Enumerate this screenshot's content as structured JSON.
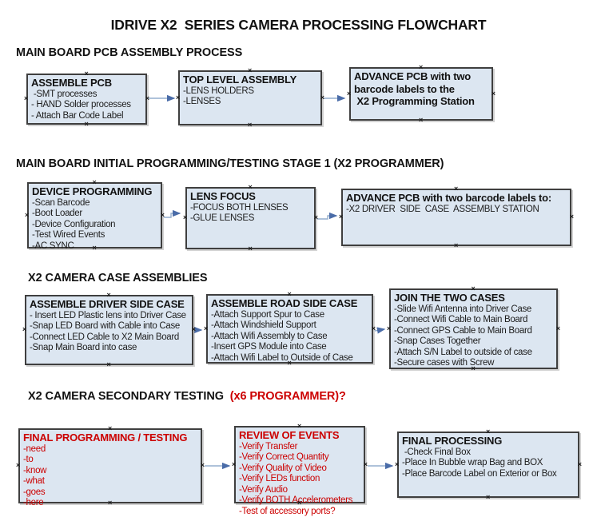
{
  "title": "IDRIVE X2  SERIES CAMERA PROCESSING FLOWCHART",
  "colors": {
    "accent_red": "#cc0000",
    "box_fill": "#dce6f1",
    "box_border": "#3f3f3f",
    "connector_line": "#94aecd",
    "connector_arrowhead": "#4a6ca8"
  },
  "icons": {
    "connector_handle": "×"
  },
  "sections": [
    {
      "heading": "MAIN BOARD PCB ASSEMBLY PROCESS"
    },
    {
      "heading": "MAIN BOARD INITIAL PROGRAMMING/TESTING STAGE 1 (X2 PROGRAMMER)"
    },
    {
      "heading": "X2 CAMERA CASE ASSEMBLIES"
    },
    {
      "heading": "X2 CAMERA SECONDARY TESTING ",
      "heading_suffix": " (x6 PROGRAMMER)?"
    }
  ],
  "boxes": {
    "assemble_pcb": {
      "title": "ASSEMBLE PCB",
      "items": [
        " -SMT processes",
        "- HAND Solder processes",
        "- Attach Bar Code Label"
      ]
    },
    "top_level_assembly": {
      "title": "TOP LEVEL ASSEMBLY",
      "items": [
        "-LENS HOLDERS",
        "-LENSES"
      ]
    },
    "advance_pcb_programming": {
      "title": "ADVANCE PCB with two\nbarcode labels to the\n X2 Programming Station",
      "items": []
    },
    "device_programming": {
      "title": "DEVICE PROGRAMMING",
      "items": [
        "-Scan Barcode",
        "-Boot Loader",
        "-Device Configuration",
        "-Test Wired Events",
        "-AC SYNC"
      ]
    },
    "lens_focus": {
      "title": "LENS FOCUS",
      "items": [
        "-FOCUS BOTH LENSES",
        "-GLUE LENSES"
      ]
    },
    "advance_pcb_case_station": {
      "title": "ADVANCE PCB with two barcode labels to:",
      "items": [
        "-X2 DRIVER  SIDE  CASE  ASSEMBLY STATION"
      ]
    },
    "assemble_driver_side_case": {
      "title": "ASSEMBLE DRIVER SIDE CASE",
      "items": [
        "- Insert LED Plastic lens into Driver Case",
        "-Snap LED Board with Cable into Case",
        "-Connect LED Cable to X2 Main Board",
        "-Snap Main Board into case"
      ]
    },
    "assemble_road_side_case": {
      "title": "ASSEMBLE ROAD SIDE CASE",
      "items": [
        "-Attach Support Spur to Case",
        "-Attach Windshield Support",
        "-Attach Wifi Assembly to Case",
        "-Insert GPS Module into Case",
        "-Attach Wifi Label to Outside of Case"
      ]
    },
    "join_the_two_cases": {
      "title": "JOIN THE TWO CASES",
      "items": [
        "-Slide Wifi Antenna into Driver Case",
        "-Connect Wifi Cable to Main Board",
        "-Connect GPS Cable to Main Board",
        "-Snap Cases Together",
        "-Attach S/N Label to outside of case",
        "-Secure cases with Screw"
      ]
    },
    "final_programming_testing": {
      "title": "FINAL PROGRAMMING / TESTING",
      "items": [
        "-need",
        "-to",
        "-know",
        "-what",
        "-goes",
        "-here"
      ]
    },
    "review_of_events": {
      "title": "REVIEW OF EVENTS",
      "items": [
        "-Verify Transfer",
        "-Verify Correct Quantity",
        "-Verify Quality of Video",
        "-Verify LEDs function",
        "-Verify Audio",
        "-Verify BOTH Accelerometers",
        "-Test of accessory ports?"
      ]
    },
    "final_processing": {
      "title": "FINAL PROCESSING",
      "items": [
        " -Check Final Box",
        "-Place In Bubble wrap Bag and BOX",
        "-Place Barcode Label on Exterior or Box"
      ]
    }
  }
}
